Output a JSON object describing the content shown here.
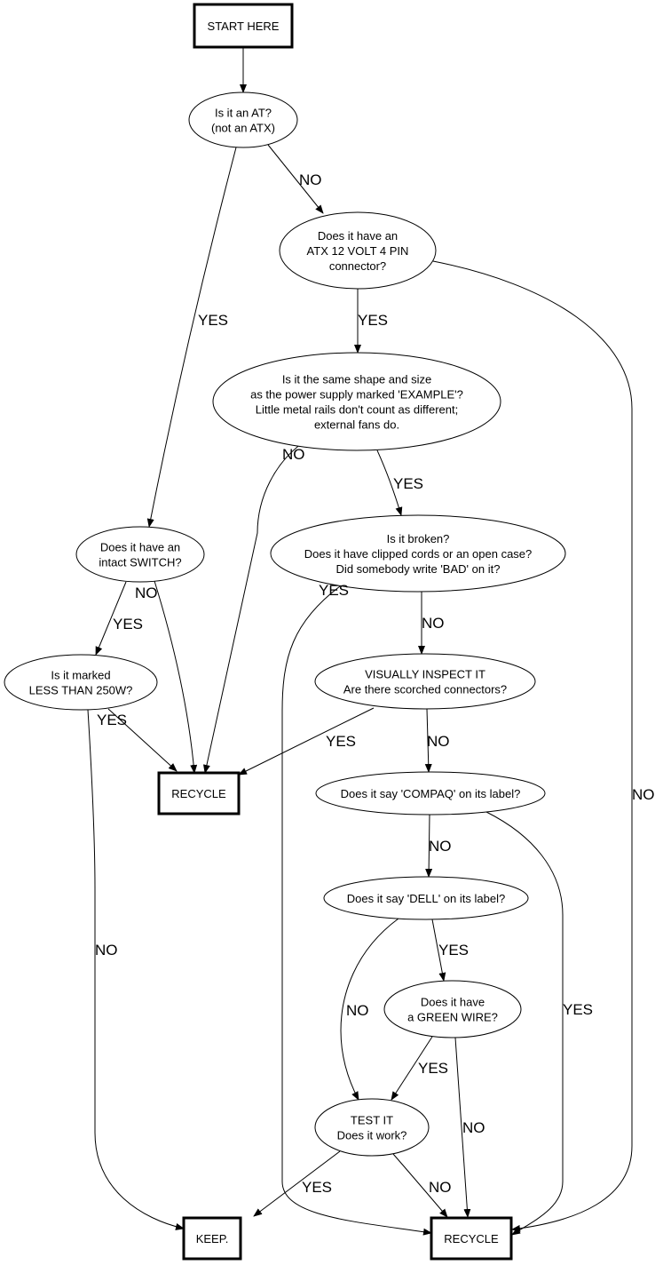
{
  "title": "Power supply sorting flowchart",
  "nodes": {
    "start": {
      "lines": [
        "START HERE"
      ],
      "shape": "box"
    },
    "is_at": {
      "lines": [
        "Is it an AT?",
        "(not an ATX)"
      ],
      "shape": "ellipse"
    },
    "atx12v": {
      "lines": [
        "Does it have an",
        "ATX 12 VOLT 4 PIN",
        "connector?"
      ],
      "shape": "ellipse"
    },
    "same_shape": {
      "lines": [
        "Is it the same shape and size",
        "as the power supply marked 'EXAMPLE'?",
        "Little metal rails don't count as different;",
        "external fans do."
      ],
      "shape": "ellipse"
    },
    "switch": {
      "lines": [
        "Does it have an",
        "intact SWITCH?"
      ],
      "shape": "ellipse"
    },
    "broken": {
      "lines": [
        "Is it broken?",
        "Does it have clipped cords or an open case?",
        "Did somebody write 'BAD' on it?"
      ],
      "shape": "ellipse"
    },
    "less250": {
      "lines": [
        "Is it marked",
        "LESS THAN 250W?"
      ],
      "shape": "ellipse"
    },
    "visual": {
      "lines": [
        "VISUALLY INSPECT IT",
        "Are there scorched connectors?"
      ],
      "shape": "ellipse"
    },
    "recycle1": {
      "lines": [
        "RECYCLE"
      ],
      "shape": "box"
    },
    "compaq": {
      "lines": [
        "Does it say 'COMPAQ' on its label?"
      ],
      "shape": "ellipse"
    },
    "dell": {
      "lines": [
        "Does it say 'DELL' on its label?"
      ],
      "shape": "ellipse"
    },
    "green": {
      "lines": [
        "Does it have",
        "a GREEN WIRE?"
      ],
      "shape": "ellipse"
    },
    "test": {
      "lines": [
        "TEST IT",
        "Does it work?"
      ],
      "shape": "ellipse"
    },
    "keep": {
      "lines": [
        "KEEP."
      ],
      "shape": "box"
    },
    "recycle2": {
      "lines": [
        "RECYCLE"
      ],
      "shape": "box"
    }
  },
  "edges": [
    {
      "id": "start-isat",
      "from": "start",
      "to": "is_at",
      "label": ""
    },
    {
      "id": "isat-atx12v",
      "from": "is_at",
      "to": "atx12v",
      "label": "NO"
    },
    {
      "id": "isat-switch",
      "from": "is_at",
      "to": "switch",
      "label": "YES"
    },
    {
      "id": "atx12v-same",
      "from": "atx12v",
      "to": "same_shape",
      "label": "YES"
    },
    {
      "id": "atx12v-recycle2",
      "from": "atx12v",
      "to": "recycle2",
      "label": "NO"
    },
    {
      "id": "same-broken",
      "from": "same_shape",
      "to": "broken",
      "label": "YES"
    },
    {
      "id": "same-recycle1",
      "from": "same_shape",
      "to": "recycle1",
      "label": "NO"
    },
    {
      "id": "switch-less250",
      "from": "switch",
      "to": "less250",
      "label": "YES"
    },
    {
      "id": "switch-recycle1",
      "from": "switch",
      "to": "recycle1",
      "label": "NO"
    },
    {
      "id": "broken-visual",
      "from": "broken",
      "to": "visual",
      "label": "NO"
    },
    {
      "id": "broken-recycle2",
      "from": "broken",
      "to": "recycle2",
      "label": "YES"
    },
    {
      "id": "less250-recycle1",
      "from": "less250",
      "to": "recycle1",
      "label": "YES"
    },
    {
      "id": "less250-keep",
      "from": "less250",
      "to": "keep",
      "label": "NO"
    },
    {
      "id": "visual-recycle1",
      "from": "visual",
      "to": "recycle1",
      "label": "YES"
    },
    {
      "id": "visual-compaq",
      "from": "visual",
      "to": "compaq",
      "label": "NO"
    },
    {
      "id": "compaq-dell",
      "from": "compaq",
      "to": "dell",
      "label": "NO"
    },
    {
      "id": "compaq-recycle2",
      "from": "compaq",
      "to": "recycle2",
      "label": "YES"
    },
    {
      "id": "dell-green",
      "from": "dell",
      "to": "green",
      "label": "YES"
    },
    {
      "id": "dell-test",
      "from": "dell",
      "to": "test",
      "label": "NO"
    },
    {
      "id": "green-test",
      "from": "green",
      "to": "test",
      "label": "YES"
    },
    {
      "id": "green-recycle2",
      "from": "green",
      "to": "recycle2",
      "label": "NO"
    },
    {
      "id": "test-keep",
      "from": "test",
      "to": "keep",
      "label": "YES"
    },
    {
      "id": "test-recycle2",
      "from": "test",
      "to": "recycle2",
      "label": "NO"
    }
  ]
}
